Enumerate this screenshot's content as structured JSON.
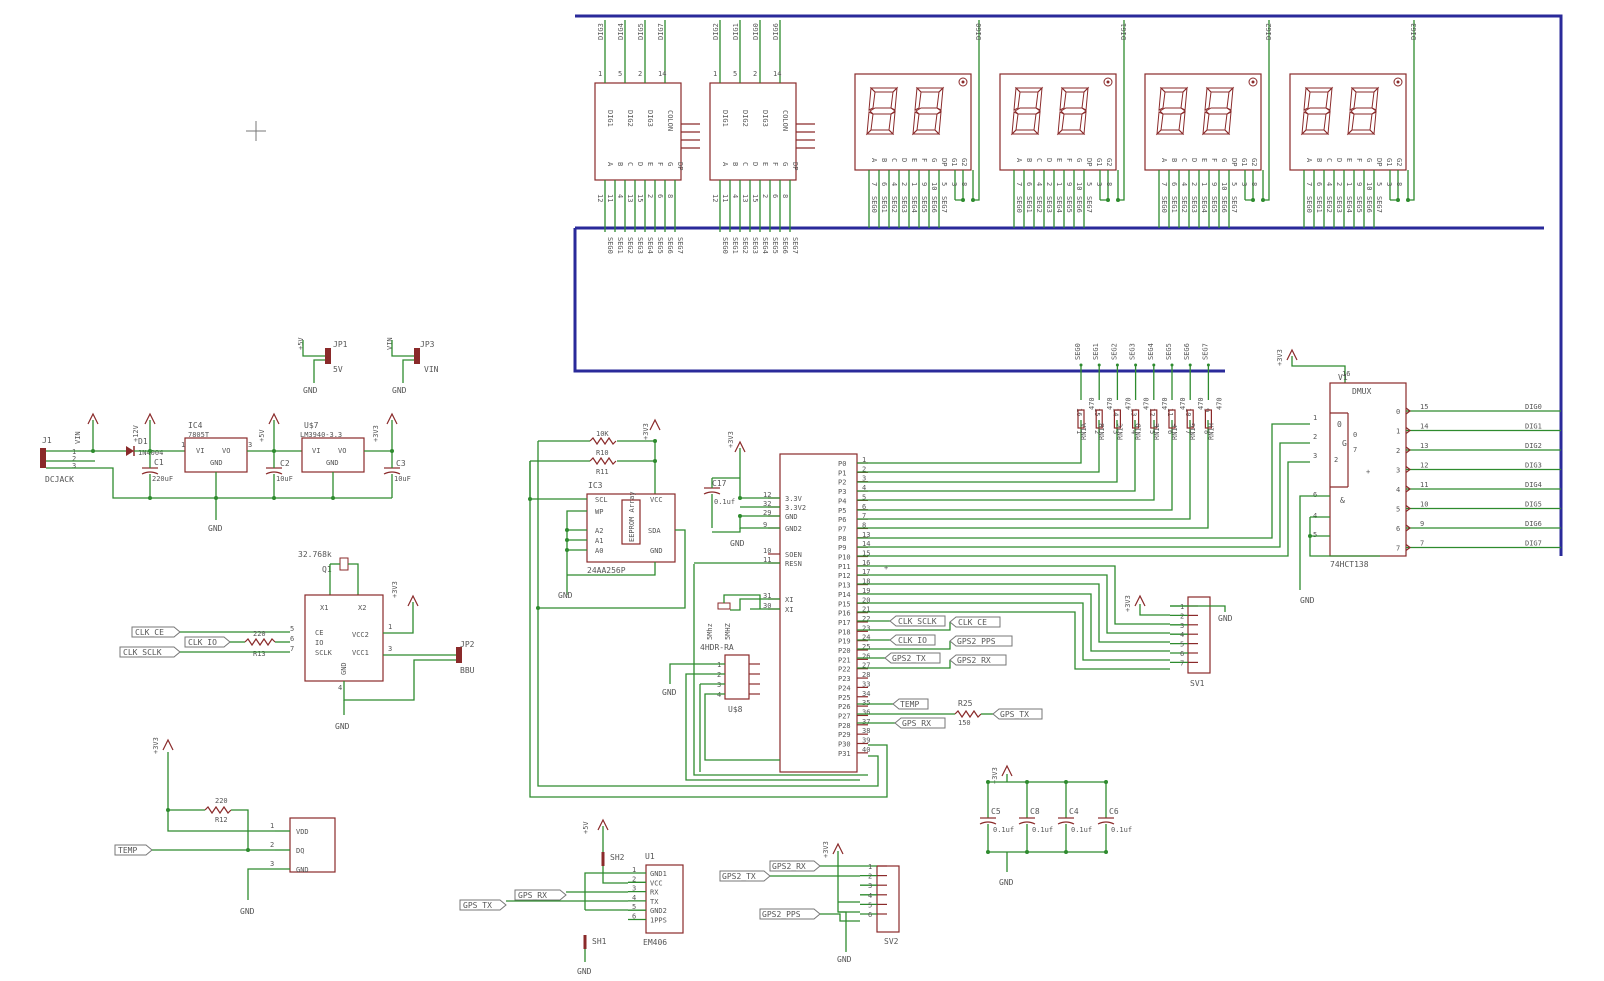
{
  "colors": {
    "wire": "#2e8b2e",
    "part": "#8a2a2a",
    "bus": "#2a2a9a",
    "text": "#555555"
  },
  "vfd_left": {
    "top_pins": [
      "DIG3",
      "DIG4",
      "DIG5",
      "DIG7"
    ],
    "top_nums": [
      "1",
      "5",
      "2",
      "14"
    ],
    "inner": [
      "DIG1",
      "DIG2",
      "DIG3",
      "COLON"
    ],
    "seg_inner": [
      "A",
      "B",
      "C",
      "D",
      "E",
      "F",
      "G",
      "DP"
    ],
    "pin_nums": [
      "12",
      "11",
      "4",
      "13",
      "15",
      "2",
      "6",
      "8"
    ],
    "bottom": [
      "SEG0",
      "SEG1",
      "SEG2",
      "SEG3",
      "SEG4",
      "SEG5",
      "SEG6",
      "SEG7"
    ]
  },
  "vfd_right": {
    "top_pins": [
      "DIG2",
      "DIG1",
      "DIG0",
      "DIG6"
    ],
    "top_nums": [
      "1",
      "5",
      "2",
      "14"
    ],
    "inner": [
      "DIG1",
      "DIG2",
      "DIG3",
      "COLON"
    ],
    "seg_inner": [
      "A",
      "B",
      "C",
      "D",
      "E",
      "F",
      "G",
      "DP"
    ],
    "pin_nums": [
      "12",
      "11",
      "4",
      "13",
      "15",
      "2",
      "6",
      "8"
    ],
    "bottom": [
      "SEG0",
      "SEG1",
      "SEG2",
      "SEG3",
      "SEG4",
      "SEG5",
      "SEG6",
      "SEG7"
    ]
  },
  "seven_seg": [
    {
      "dig": "DIG0"
    },
    {
      "dig": "DIG1"
    },
    {
      "dig": "DIG2"
    },
    {
      "dig": "DIG3"
    }
  ],
  "seven_seg_pins": [
    "A",
    "B",
    "C",
    "D",
    "E",
    "F",
    "G",
    "DP",
    "G1",
    "G2"
  ],
  "seven_seg_nums": [
    "7",
    "6",
    "4",
    "2",
    "1",
    "9",
    "10",
    "5",
    "3",
    "8"
  ],
  "seven_seg_segs": [
    "SEG0",
    "SEG1",
    "SEG2",
    "SEG3",
    "SEG4",
    "SEG5",
    "SEG6",
    "SEG7"
  ],
  "jumpers": {
    "jp1": {
      "net": "+5V",
      "name": "JP1",
      "val": "5V",
      "gnd": "GND"
    },
    "jp3": {
      "net": "VIN",
      "name": "JP3",
      "val": "VIN",
      "gnd": "GND"
    }
  },
  "power": {
    "j1": "J1",
    "dcjack": "DCJACK",
    "vin": "VIN",
    "p12": "+12V",
    "d1": "D1",
    "d1val": "1N4004",
    "c1": "C1",
    "c1val": "220uF",
    "ic4": "IC4",
    "ic4val": "7805T",
    "vi": "VI",
    "vo": "VO",
    "gnd": "GND",
    "p5": "+5V",
    "c2": "C2",
    "c2val": "10uF",
    "u7": "U$7",
    "u7val": "LM3940-3.3",
    "p33": "+3V3",
    "c3": "C3",
    "c3val": "10uF",
    "gnd_label": "GND"
  },
  "rtc": {
    "crystal": "32.768k",
    "q1": "Q1",
    "x1": "X1",
    "x2": "X2",
    "ce": "CE",
    "io": "IO",
    "sclk": "SCLK",
    "vcc2": "VCC2",
    "vcc1": "VCC1",
    "gnd": "GND",
    "p33": "+3V3",
    "jp2": "JP2",
    "bbu": "BBU",
    "r13": "R13",
    "r13val": "220",
    "clk_ce": "CLK_CE",
    "clk_io": "CLK_IO",
    "clk_sclk": "CLK_SCLK",
    "gnd_label": "GND"
  },
  "temp": {
    "p33": "+3V3",
    "r12": "R12",
    "r12val": "220",
    "vdd": "VDD",
    "dq": "DQ",
    "gnd": "GND",
    "temp_label": "TEMP",
    "gnd_label": "GND"
  },
  "eeprom": {
    "r10": "10K",
    "r10n": "R10",
    "r11": "R11",
    "ic3": "IC3",
    "scl": "SCL",
    "wp": "WP",
    "a2": "A2",
    "a1": "A1",
    "a0": "A0",
    "vcc": "VCC",
    "sda": "SDA",
    "gnd": "GND",
    "array": "EEPROM Array",
    "val": "24AA256P",
    "p33": "+3V3",
    "gnd_label": "GND"
  },
  "mcu": {
    "left_pins": [
      "3.3V",
      "3.3V2",
      "GND",
      "GND2",
      "",
      "SOEN",
      "RESN",
      "",
      "XI",
      "XI"
    ],
    "left_nums": [
      "12",
      "32",
      "29",
      "9",
      "",
      "10",
      "11",
      "",
      "31",
      "30"
    ],
    "ports": [
      "P0",
      "P1",
      "P2",
      "P3",
      "P4",
      "P5",
      "P6",
      "P7",
      "P8",
      "P9",
      "P10",
      "P11",
      "P12",
      "P13",
      "P14",
      "P15",
      "P16",
      "P17",
      "P18",
      "P19",
      "P20",
      "P21",
      "P22",
      "P23",
      "P24",
      "P25",
      "P26",
      "P27",
      "P28",
      "P29",
      "P30",
      "P31"
    ],
    "port_nums": [
      "1",
      "2",
      "3",
      "4",
      "5",
      "6",
      "7",
      "8",
      "13",
      "14",
      "15",
      "16",
      "17",
      "18",
      "19",
      "20",
      "21",
      "22",
      "23",
      "24",
      "25",
      "26",
      "27",
      "28",
      "33",
      "34",
      "35",
      "36",
      "37",
      "38",
      "39",
      "40"
    ],
    "c17": "C17",
    "c17val": "0.1uf",
    "p33": "+3V3",
    "xtal": "5Mhz",
    "xtal2": "5MHZ",
    "hdr": "4HDR-RA",
    "u8": "U$8",
    "gnd_label": "GND",
    "temp": "TEMP",
    "gps_rx": "GPS_RX",
    "r25": "R25",
    "r25val": "150",
    "gps_tx": "GPS_TX",
    "clk_sclk": "CLK_SCLK",
    "clk_io": "CLK_IO",
    "clk_ce": "CLK_CE",
    "gps2_pps": "GPS2_PPS",
    "gps2_tx": "GPS2_TX",
    "gps2_rx": "GPS2_RX"
  },
  "resistors": {
    "segs": [
      "SEG0",
      "SEG1",
      "SEG2",
      "SEG3",
      "SEG4",
      "SEG5",
      "SEG6",
      "SEG7"
    ],
    "names": [
      "RN1A",
      "RN1B",
      "RN1C",
      "RN1D",
      "RN1E",
      "RN1F",
      "RN1G",
      "RN1H"
    ],
    "val": "470",
    "nums": [
      "16",
      "15",
      "14",
      "13",
      "12",
      "11",
      "10",
      "9"
    ],
    "bottom_nums": [
      "1",
      "2",
      "3",
      "4",
      "5",
      "6",
      "7",
      "8"
    ]
  },
  "demux": {
    "p33": "+3V3",
    "v1": "V1",
    "dmux": "DMUX",
    "pvdd": "16",
    "name": "74HCT138",
    "gnd_label": "GND",
    "outputs": [
      "DIG0",
      "DIG1",
      "DIG2",
      "DIG3",
      "DIG4",
      "DIG5",
      "DIG6",
      "DIG7"
    ],
    "out_nums": [
      "0",
      "1",
      "2",
      "3",
      "4",
      "5",
      "6",
      "7"
    ],
    "out_pins": [
      "15",
      "14",
      "13",
      "12",
      "11",
      "10",
      "9",
      "7"
    ],
    "in_nums": [
      "1",
      "2",
      "3"
    ],
    "in_label": [
      "0",
      "1",
      "2"
    ],
    "g": "G",
    "amp": "&"
  },
  "sv1": {
    "name": "SV1",
    "p33": "+3V3",
    "gnd": "GND",
    "nums": [
      "1",
      "2",
      "3",
      "4",
      "5",
      "6",
      "7"
    ]
  },
  "gps": {
    "p5": "+5V",
    "sh2": "SH2",
    "sh1": "SH1",
    "u1": "U1",
    "pins": [
      "GND1",
      "VCC",
      "RX",
      "TX",
      "GND2",
      "1PPS"
    ],
    "nums": [
      "1",
      "2",
      "3",
      "4",
      "5",
      "6"
    ],
    "val": "EM406",
    "gps_rx": "GPS_RX",
    "gps_tx": "GPS_TX",
    "gnd": "GND"
  },
  "sv2": {
    "name": "SV2",
    "p33": "+3V3",
    "gnd": "GND",
    "gps2_rx": "GPS2_RX",
    "gps2_tx": "GPS2_TX",
    "gps2_pps": "GPS2_PPS",
    "nums": [
      "1",
      "2",
      "3",
      "4",
      "5",
      "6"
    ]
  },
  "decoupling": {
    "p33": "+3V3",
    "caps": [
      {
        "n": "C5",
        "v": "0.1uf"
      },
      {
        "n": "C8",
        "v": "0.1uf"
      },
      {
        "n": "C4",
        "v": "0.1uf"
      },
      {
        "n": "C6",
        "v": "0.1uf"
      }
    ],
    "gnd": "GND"
  }
}
